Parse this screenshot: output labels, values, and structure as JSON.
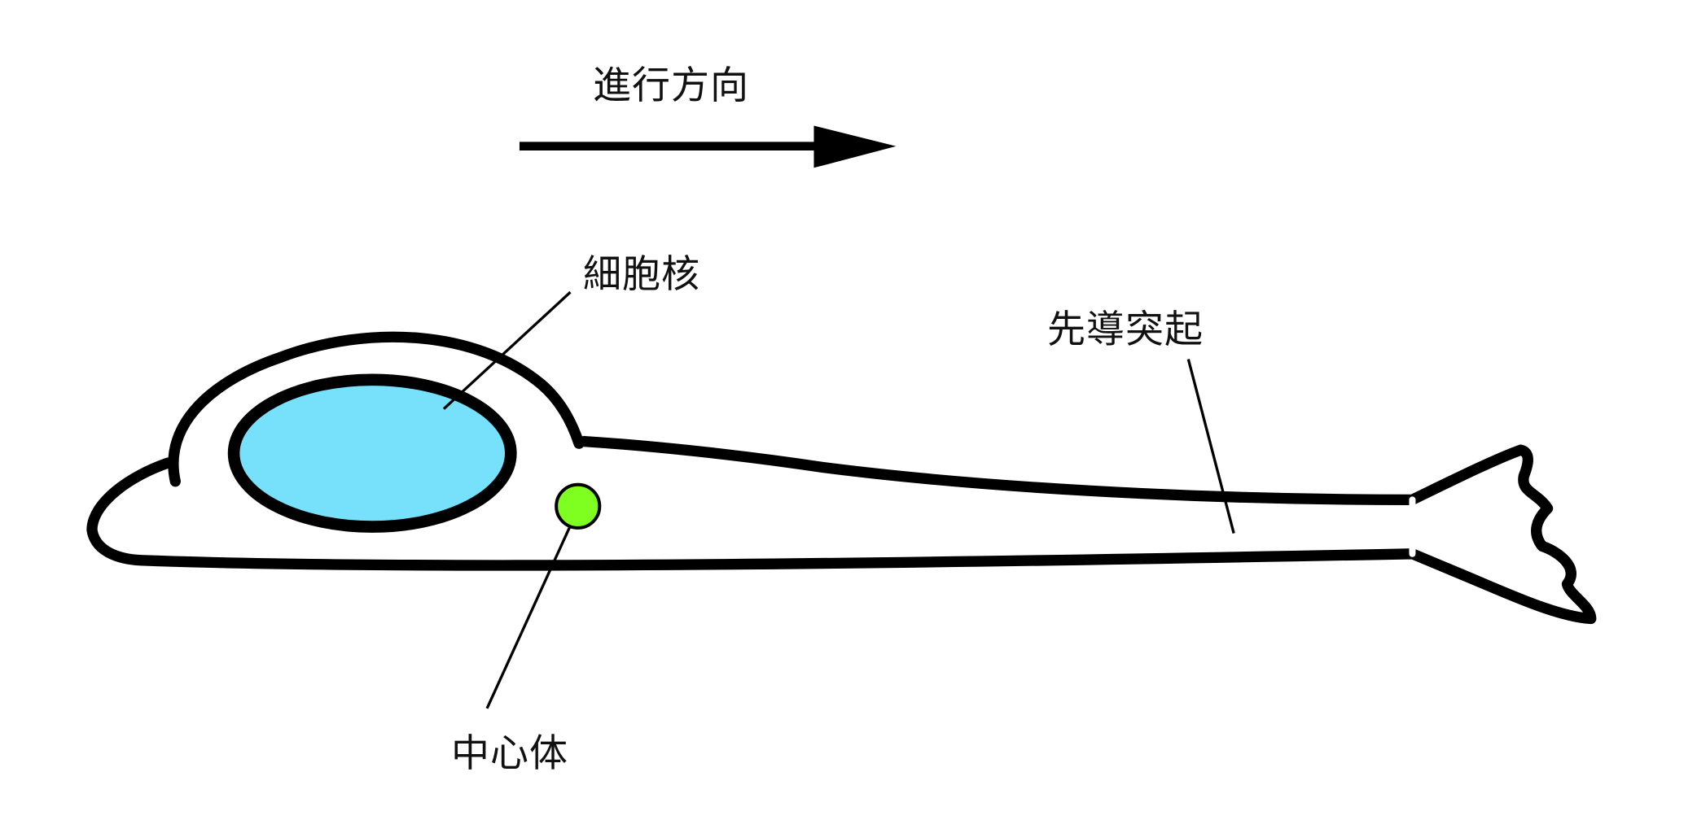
{
  "labels": {
    "direction": "進行方向",
    "nucleus": "細胞核",
    "leading_process": "先導突起",
    "centrosome": "中心体"
  },
  "colors": {
    "nucleus": "#77e0fb",
    "centrosome": "#7fff1f",
    "outline": "#000000"
  }
}
